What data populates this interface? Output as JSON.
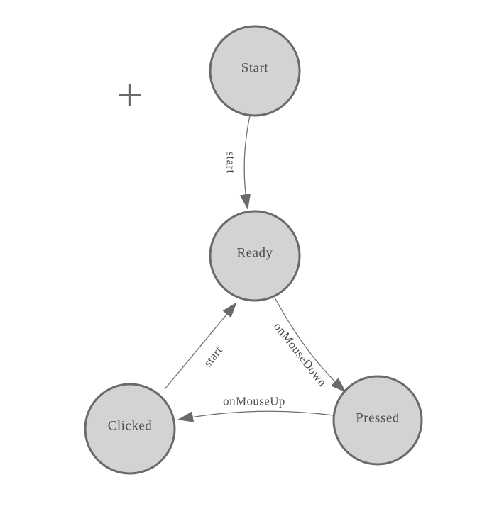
{
  "colors": {
    "node_fill": "#d3d3d3",
    "node_stroke": "#6a6a6a",
    "edge_stroke": "#6f6f6f",
    "arrow_fill": "#6a6a6a",
    "label_text": "#4d4d4d",
    "crosshair": "#6b6b6b"
  },
  "nodes": [
    {
      "id": "start",
      "label": "Start"
    },
    {
      "id": "ready",
      "label": "Ready"
    },
    {
      "id": "clicked",
      "label": "Clicked"
    },
    {
      "id": "pressed",
      "label": "Pressed"
    }
  ],
  "edges": [
    {
      "id": "start-to-ready",
      "from": "Start",
      "to": "Ready",
      "label": "start"
    },
    {
      "id": "clicked-to-ready",
      "from": "Clicked",
      "to": "Ready",
      "label": "start"
    },
    {
      "id": "ready-to-pressed",
      "from": "Ready",
      "to": "Pressed",
      "label": "onMouseDown"
    },
    {
      "id": "pressed-to-clicked",
      "from": "Pressed",
      "to": "Clicked",
      "label": "onMouseUp"
    }
  ]
}
